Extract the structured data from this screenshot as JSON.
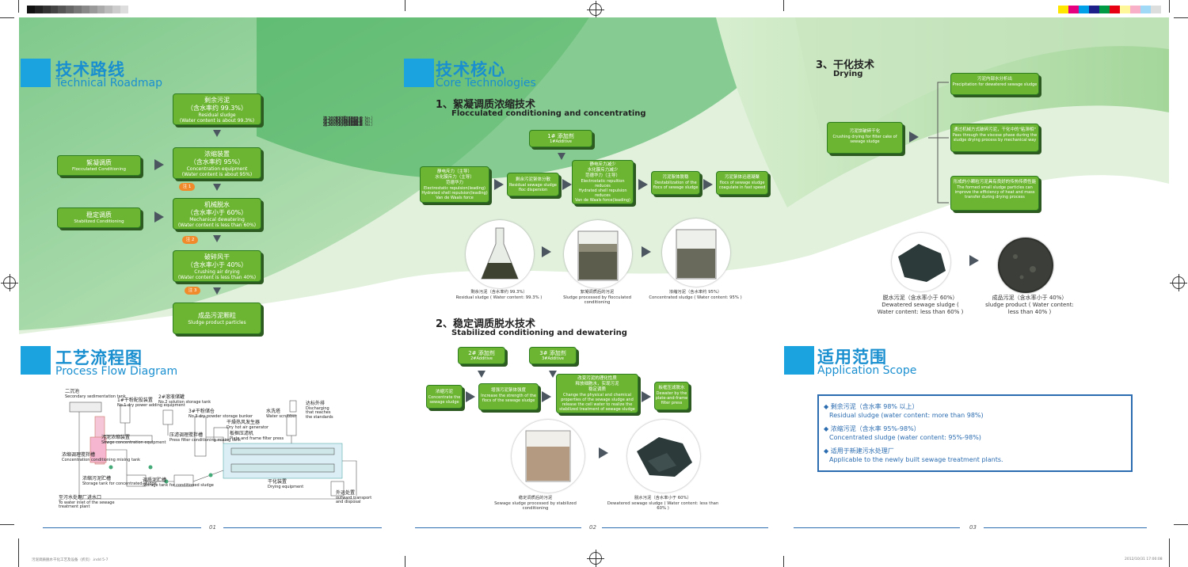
{
  "colors": {
    "accent": "#1ba3e0",
    "title": "#1a8fd0",
    "box_green": "#6cb532",
    "badge": "#f08a2a",
    "scope_border": "#2b6cb0"
  },
  "roadmap": {
    "title_cn": "技术路线",
    "title_en": "Technical Roadmap",
    "boxes": [
      {
        "cn": "剩余污泥",
        "cn2": "（含水率约 99.3%）",
        "en": "Residual sludge",
        "en2": "(Water content is about 99.3%)"
      },
      {
        "cn": "浓缩装置",
        "cn2": "（含水率约 95%）",
        "en": "Concentration equipment",
        "en2": "(Water content is about 95%)"
      },
      {
        "cn": "机械脱水",
        "cn2": "（含水率小于 60%）",
        "en": "Mechanical dewatering",
        "en2": "(Water content is less than 60%)"
      },
      {
        "cn": "破碎风干",
        "cn2": "（含水率小于 40%）",
        "en": "Crushing air drying",
        "en2": "(Water content is less than 40%)"
      },
      {
        "cn": "成品污泥颗粒",
        "en": "Sludge product particles"
      }
    ],
    "side_boxes": [
      {
        "cn": "絮凝调质",
        "en": "Flocculated Conditioning"
      },
      {
        "cn": "稳定调质",
        "en": "Stabilized Conditioning"
      }
    ],
    "notes": [
      "注 1",
      "注 2",
      "注 3"
    ]
  },
  "patents": {
    "group1_title": "注 1：专利号（Patent No.）",
    "group1": [
      "ZL200610123552.7",
      "ZL200710026411.8",
      "ZL200710026412.2",
      "ZL200810025603.1",
      "ZL200720051377.5"
    ],
    "group2_title": "注 2：专利号（Patent No.）",
    "group2": [
      "ZL200810025603.1",
      "ZL200610049286.8",
      "ZL200610123552.7",
      "ZL200710026411.8",
      "ZL200710026412.2",
      "ZL200720047256.3",
      "ZL200720047255.9",
      "ZL200720049727.4",
      "ZL200720049759.4",
      "ZL200720051377.5",
      "ZL200720050566.0",
      "ZL200720052468.0",
      "ZL200720052559.4"
    ],
    "group3_title": "注 3：专利号（Patent No.）",
    "group3": [
      "ZL200710026411.8",
      "ZL200710026412.2",
      "ZL200720048197.1",
      "ZL200720050289.3",
      "ZL200720050566.0",
      "ZL200720051264.5",
      "ZL200720051272.X",
      "ZL200720051377.5",
      "ZL200720053305.4"
    ]
  },
  "process": {
    "title_cn": "工艺流程图",
    "title_en": "Process Flow Diagram",
    "labels": [
      {
        "cn": "二沉池",
        "en": "Secondary sedimentation tank"
      },
      {
        "cn": "1#干粉配投装置",
        "en": "No.1 dry power adding equipment"
      },
      {
        "cn": "2#溶液储罐",
        "en": "No.2 solution storage tank"
      },
      {
        "cn": "3#干粉储仓",
        "en": "No.3 dry powder storage bunker"
      },
      {
        "cn": "污泥浓缩装置",
        "en": "Sewge concentration equipment"
      },
      {
        "cn": "浓缩调理搅拌槽",
        "en": "Concentration conditioning mixing tank"
      },
      {
        "cn": "压滤调理搅拌槽",
        "en": "Press filter conditioning mixing tank"
      },
      {
        "cn": "浓缩污泥贮槽",
        "en": "Storage tank for concentrated sludge"
      },
      {
        "cn": "调质泥贮槽",
        "en": "Storage tank for conditioned sludge"
      },
      {
        "cn": "干燥热风发生器",
        "en": "Dry hot air generator"
      },
      {
        "cn": "板框压滤机",
        "en": "Plate and frame filter press"
      },
      {
        "cn": "水洗塔",
        "en": "Water scrubber"
      },
      {
        "cn": "达标外排",
        "en": "Discharging that reaches the standards"
      },
      {
        "cn": "干化装置",
        "en": "Drying equipment"
      },
      {
        "cn": "外运处置",
        "en": "outward transport and disposal"
      },
      {
        "cn": "至污水处理厂进水口",
        "en": "To water inlet of the sewage treatment plant"
      }
    ]
  },
  "core": {
    "title_cn": "技术核心",
    "title_en": "Core Technologies",
    "s1_cn": "1、絮凝调质浓缩技术",
    "s1_en": "Flocculated conditioning and concentrating",
    "additive1": {
      "cn": "1# 添加剂",
      "en": "1#Additive"
    },
    "flow1": [
      {
        "cn": "静电斥力（主导）\n水化膜斥力（主导）\n范德华力",
        "en": "Electrostatic repulsion(leading)\nHydrated shell repulsion(leading)\nVan de Waals force"
      },
      {
        "cn": "剩余污泥絮体分散",
        "en": "Residual sewage sludge floc dispersion"
      },
      {
        "cn": "静电斥力减少\n水化膜斥力减少\n范德华力（主导）",
        "en": "Electrostatic repultion reduces\nHydrated shell repulsion reduces\nVan de Waals force(leading)"
      },
      {
        "cn": "污泥絮体脱稳",
        "en": "Destabilization of the flocs of sewage sludge"
      },
      {
        "cn": "污泥絮体迅速凝聚",
        "en": "flocs of sewage sludge coagulate in fast speed"
      }
    ],
    "photos1": [
      {
        "cn": "剩余污泥（含水率约 99.3%）",
        "en": "Residual sludge ( Water content: 99.3% )"
      },
      {
        "cn": "絮凝调质后的污泥",
        "en": "Sludge processed by flocculated conditioning"
      },
      {
        "cn": "浓缩污泥（含水率约 95%）",
        "en": "Concentrated sludge ( Water content: 95% )"
      }
    ],
    "s2_cn": "2、稳定调质脱水技术",
    "s2_en": "Stabilized conditioning and dewatering",
    "additive2": {
      "cn": "2# 添加剂",
      "en": "2#Additive"
    },
    "additive3": {
      "cn": "3# 添加剂",
      "en": "3#Additive"
    },
    "flow2": [
      {
        "cn": "浓缩污泥",
        "en": "Concentrate the sewage sludge"
      },
      {
        "cn": "增强污泥絮体强度",
        "en": "Increase the strength of the flocs of the sewage sludge"
      },
      {
        "cn": "改变污泥的理化性质\n释放细胞水，实现污泥\n稳定调质",
        "en": "Change the physical and chemical properties of the sewage sludge and release the cell water to realize the stabilized treatment of sewage sludge"
      },
      {
        "cn": "板框压滤脱水",
        "en": "Dewater by the plate-and-frame filter press"
      }
    ],
    "photos2": [
      {
        "cn": "稳定调质后的污泥",
        "en": "Sewage sludge processed by stabilized conditioning"
      },
      {
        "cn": "脱水污泥（含水率小于 60%）",
        "en": "Dewatered sewage sludge ( Water content: less than 60% )"
      }
    ]
  },
  "drying": {
    "title_cn": "3、干化技术",
    "title_en": "Drying",
    "source": {
      "cn": "污泥饼破碎干化",
      "en": "Crushing drying for filter cake of sewage sludge"
    },
    "branches": [
      {
        "cn": "污泥内部水分析出",
        "en": "Precipitation for dewatered sewage sludge"
      },
      {
        "cn": "通过机械方式破碎污泥，干化中的\"粘滞相\"",
        "en": "Pass through the viscose phase during the sludge drying process by mechanical way"
      },
      {
        "cn": "形成的小颗粒污泥具有良好的传热传质性能",
        "en": "The formed small sludge particles can improve the efficiency of heat and mass transfer during drying process"
      }
    ],
    "photos": [
      {
        "cn": "脱水污泥（含水率小于 60%）",
        "en": "Dewatered sewage sludge ( Water content: less than 60% )"
      },
      {
        "cn": "成品污泥（含水率小于 40%）",
        "en": "sludge product ( Water content: less than 40% )"
      }
    ]
  },
  "scope": {
    "title_cn": "适用范围",
    "title_en": "Application Scope",
    "items": [
      {
        "cn": "◆ 剩余污泥（含水率 98% 以上）",
        "en": "Residual sludge (water content: more than 98%)"
      },
      {
        "cn": "◆ 浓缩污泥（含水率 95%-98%）",
        "en": "Concentrated sludge (water content: 95%-98%)"
      },
      {
        "cn": "◆ 适用于新建污水处理厂",
        "en": "Applicable to the newly built sewage treatment plants."
      }
    ]
  },
  "pages": [
    "01",
    "02",
    "03"
  ],
  "footer_left": "污泥调质脱水干化工艺及设备（折页）.indd 5-7",
  "footer_right": "2012/10/31 17:00:08"
}
